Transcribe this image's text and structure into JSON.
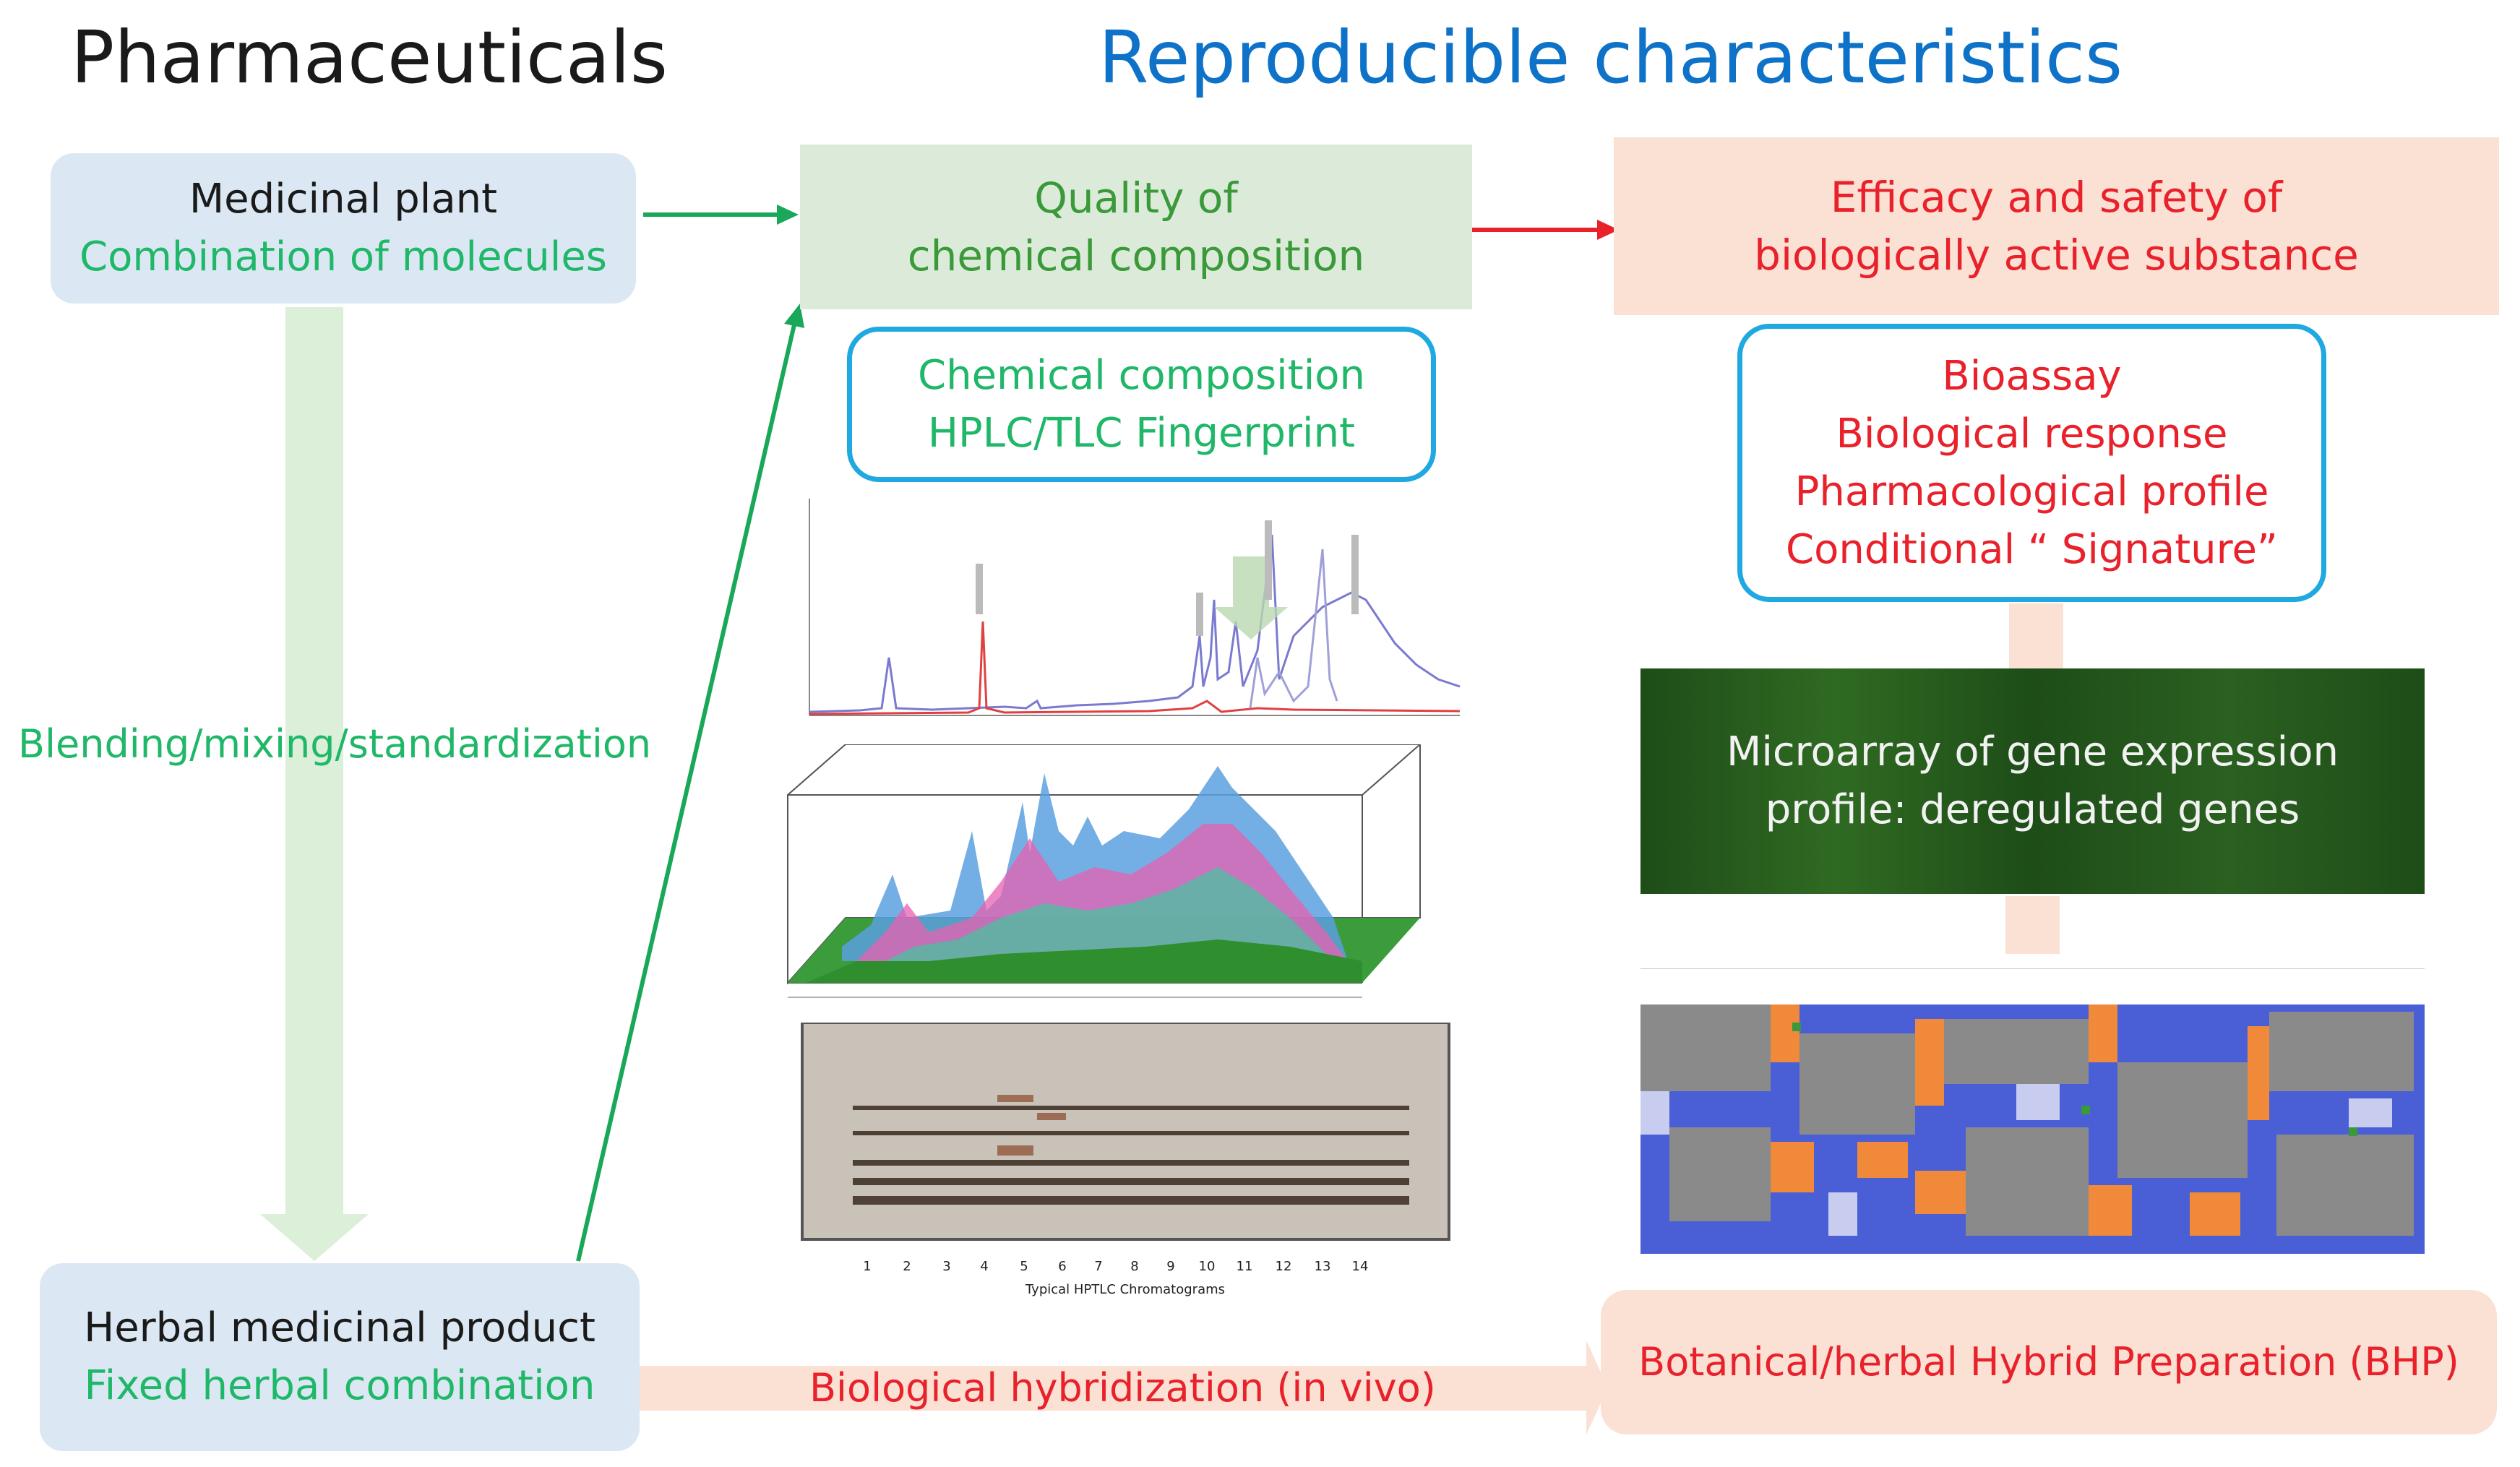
{
  "titles": {
    "left": "Pharmaceuticals",
    "right": "Reproducible characteristics"
  },
  "medicinal_plant": {
    "line1": "Medicinal plant",
    "line2": "Combination of molecules"
  },
  "quality": {
    "line1": "Quality of",
    "line2": "chemical composition"
  },
  "efficacy": {
    "line1": "Efficacy and safety of",
    "line2": "biologically active substance"
  },
  "chemical_composition": {
    "line1": "Chemical composition",
    "line2": "HPLC/TLC Fingerprint"
  },
  "bioassay": {
    "lines": [
      "Bioassay",
      "Biological response",
      "Pharmacological profile",
      "Conditional “ Signature”"
    ]
  },
  "blending_label": "Blending/mixing/standardization",
  "microarray": {
    "line1": "Microarray of gene expression",
    "line2": "profile: deregulated genes"
  },
  "herbal_product": {
    "line1": "Herbal medicinal product",
    "line2": "Fixed herbal combination"
  },
  "hybridization_label": "Biological hybridization (in vivo)",
  "bhp_label": "Botanical/herbal Hybrid Preparation (BHP)",
  "tlc": {
    "lane_numbers": [
      "1",
      "2",
      "3",
      "4",
      "5",
      "6",
      "7",
      "8",
      "9",
      "10",
      "11",
      "12",
      "13",
      "14"
    ],
    "caption": "Typical HPTLC Chromatograms"
  },
  "colors": {
    "title_blue": "#0d72c8",
    "green_text": "#1fb768",
    "red_text": "#e8212b",
    "arrow_green": "#19a85a",
    "arrow_red": "#e8212b",
    "outline_blue": "#20a9e0"
  }
}
